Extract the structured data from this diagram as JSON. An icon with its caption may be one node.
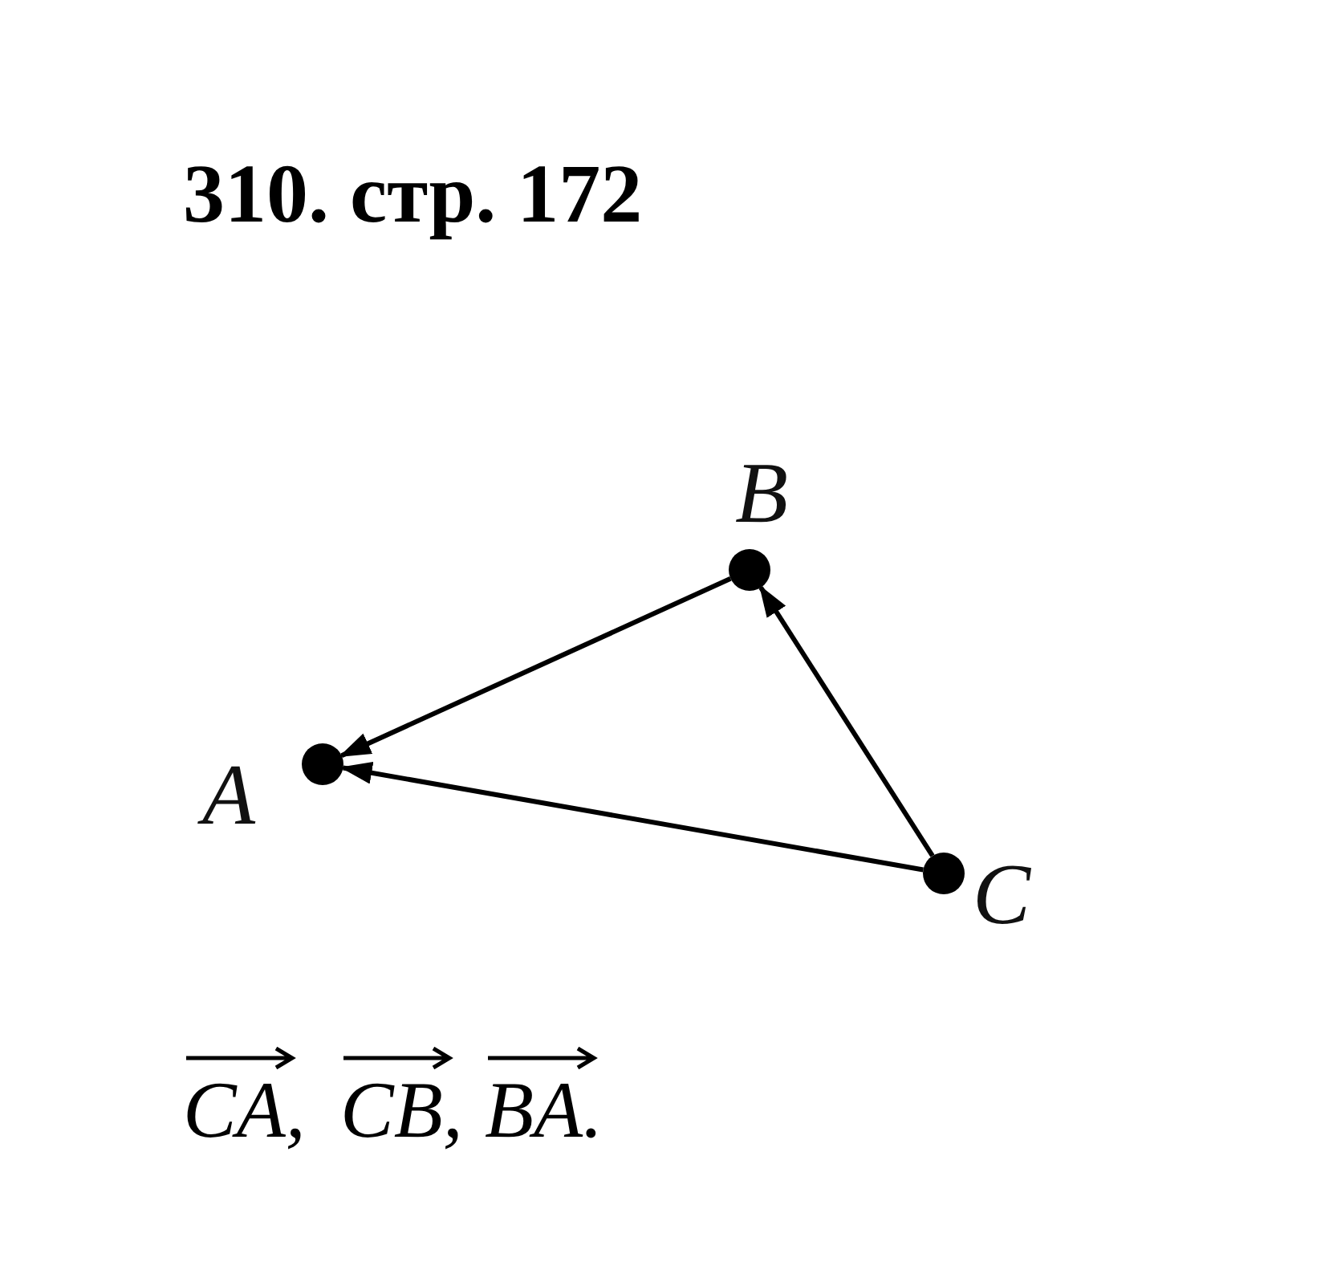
{
  "diagram": {
    "title": "310. стр. 172",
    "nodes": [
      {
        "text": [],
        "shape": "circle",
        "beside": [
          "B"
        ]
      },
      {
        "text": [],
        "shape": "circle",
        "beside": [
          "A"
        ]
      },
      {
        "text": [],
        "shape": "circle",
        "beside": [
          "C"
        ]
      }
    ],
    "edges": [
      {
        "from": 0,
        "to": 1,
        "arrow": "to"
      },
      {
        "from": 2,
        "to": 1,
        "arrow": "to"
      },
      {
        "from": 2,
        "to": 0,
        "arrow": "to"
      }
    ],
    "labels": [
      "CA,",
      "CB,",
      "BA."
    ]
  }
}
